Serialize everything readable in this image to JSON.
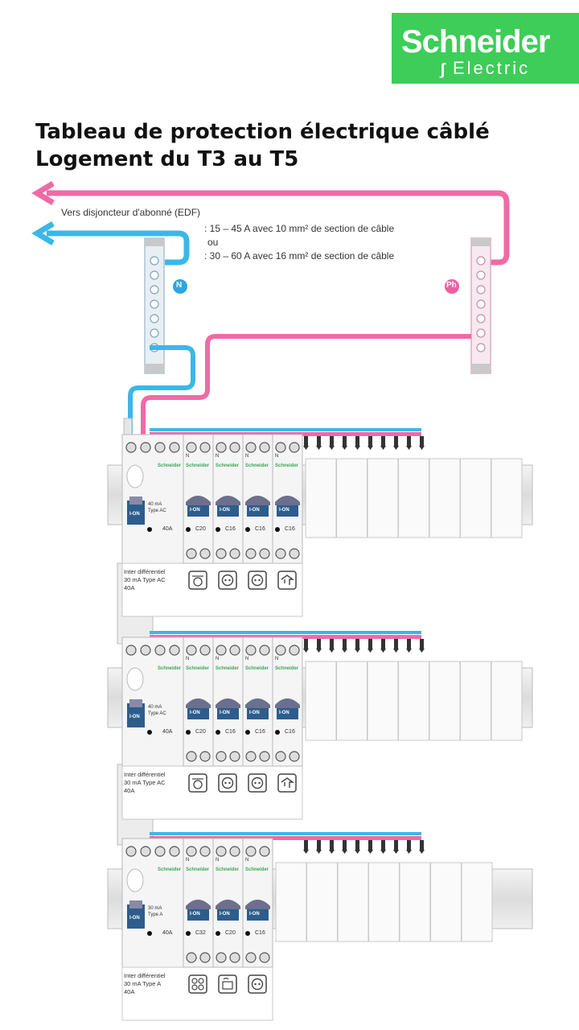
{
  "logo": {
    "line1": "Schneider",
    "line2": "Electric"
  },
  "title": "Tableau de protection électrique câblé Logement du T3 au T5",
  "supply": {
    "label": "Vers disjoncteur d'abonné (EDF)",
    "opt1": ": 15 – 45 A avec 10 mm² de section de câble",
    "or": "ou",
    "opt2": ": 30 – 60 A avec 16 mm² de section de câble",
    "neutral": "N",
    "phase": "Ph"
  },
  "rows": [
    {
      "rcd_label": [
        "Inter différentiel",
        "30 mA Type AC",
        "40A"
      ],
      "rcd_rating": "40A",
      "rcd_spec": [
        "40 mA",
        "Type AC"
      ],
      "breakers": [
        "C20",
        "C16",
        "C16",
        "C16"
      ],
      "icons": [
        "washing-machine-icon",
        "socket-icon",
        "socket-icon",
        "lighting-icon"
      ]
    },
    {
      "rcd_label": [
        "Inter différentiel",
        "30 mA Type AC",
        "40A"
      ],
      "rcd_rating": "40A",
      "rcd_spec": [
        "40 mA",
        "Type AC"
      ],
      "breakers": [
        "C20",
        "C16",
        "C16",
        "C16"
      ],
      "icons": [
        "dishwasher-icon",
        "socket-icon",
        "socket-icon",
        "lighting-icon"
      ]
    },
    {
      "rcd_label": [
        "Inter différentiel",
        "30 mA Type A",
        "40A"
      ],
      "rcd_rating": "40A",
      "rcd_spec": [
        "30 mA",
        "Type A"
      ],
      "breakers": [
        "C32",
        "C20",
        "C16"
      ],
      "icons": [
        "cooktop-icon",
        "oven-icon",
        "socket-icon"
      ]
    }
  ],
  "module_brand": "Schneider",
  "toggle_label": "I-ON",
  "terminal_letter": "N"
}
